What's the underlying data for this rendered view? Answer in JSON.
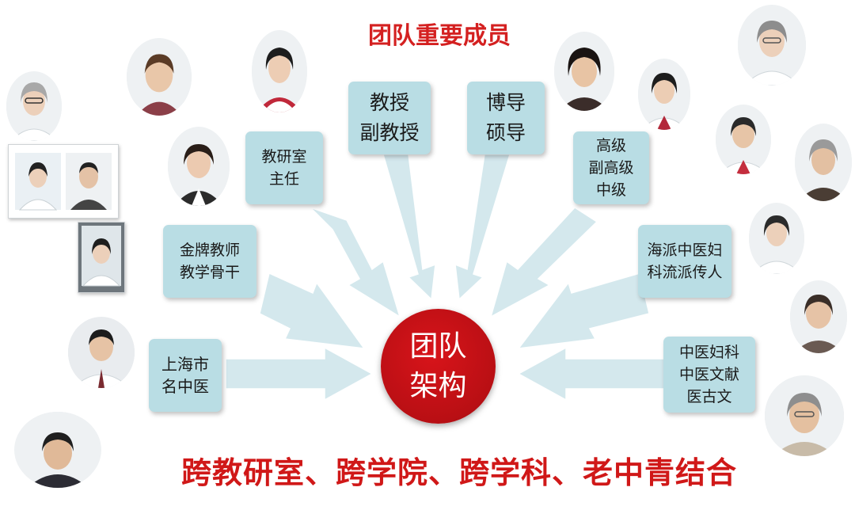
{
  "title": "团队重要成员",
  "center": {
    "line1": "团队",
    "line2": "架构"
  },
  "boxes": {
    "shanghai_doctor": {
      "line1": "上海市",
      "line2": "名中医"
    },
    "gold_teacher": {
      "line1": "金牌教师",
      "line2": "教学骨干"
    },
    "teaching_director": {
      "line1": "教研室",
      "line2": "主任"
    },
    "professor": {
      "line1": "教授",
      "line2": "副教授"
    },
    "supervisor": {
      "line1": "博导",
      "line2": "硕导"
    },
    "senior": {
      "line1": "高级",
      "line2": "副高级",
      "line3": "中级"
    },
    "haipai": {
      "line1": "海派中医妇",
      "line2": "科流派传人"
    },
    "disciplines": {
      "line1": "中医妇科",
      "line2": "中医文献",
      "line3": "医古文"
    }
  },
  "slogan": "跨教研室、跨学院、跨学科、老中青结合",
  "colors": {
    "accent_red": "#d42020",
    "box_bg": "#b9dde4",
    "arrow": "#d3e8ed"
  }
}
